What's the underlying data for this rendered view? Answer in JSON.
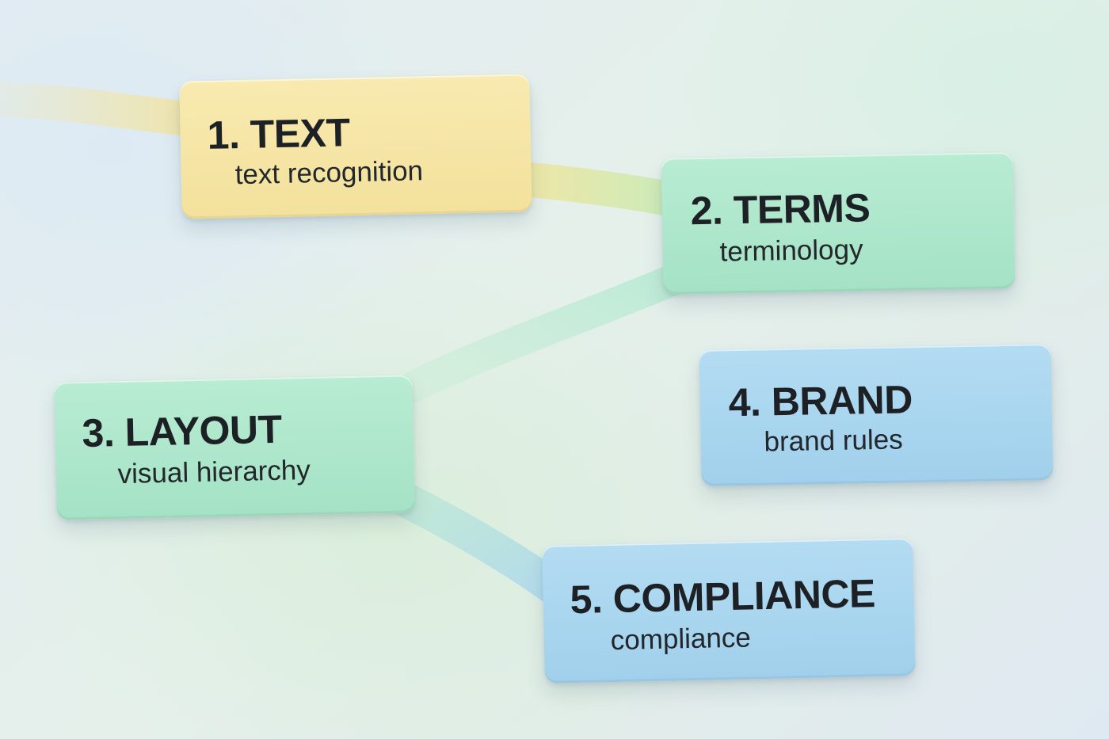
{
  "nodes": [
    {
      "id": "text",
      "title": "1. TEXT",
      "subtitle": "text recognition",
      "color": "#f4e4a2"
    },
    {
      "id": "terms",
      "title": "2. TERMS",
      "subtitle": "terminology",
      "color": "#a9e5c9"
    },
    {
      "id": "layout",
      "title": "3. LAYOUT",
      "subtitle": "visual hierarchy",
      "color": "#a9e5c9"
    },
    {
      "id": "brand",
      "title": "4. BRAND",
      "subtitle": "brand rules",
      "color": "#a6d3ee"
    },
    {
      "id": "compliance",
      "title": "5. COMPLIANCE",
      "subtitle": "compliance",
      "color": "#a6d3ee"
    }
  ],
  "edges": [
    {
      "from": "text",
      "to": "terms"
    },
    {
      "from": "terms",
      "to": "layout"
    },
    {
      "from": "layout",
      "to": "compliance"
    }
  ]
}
